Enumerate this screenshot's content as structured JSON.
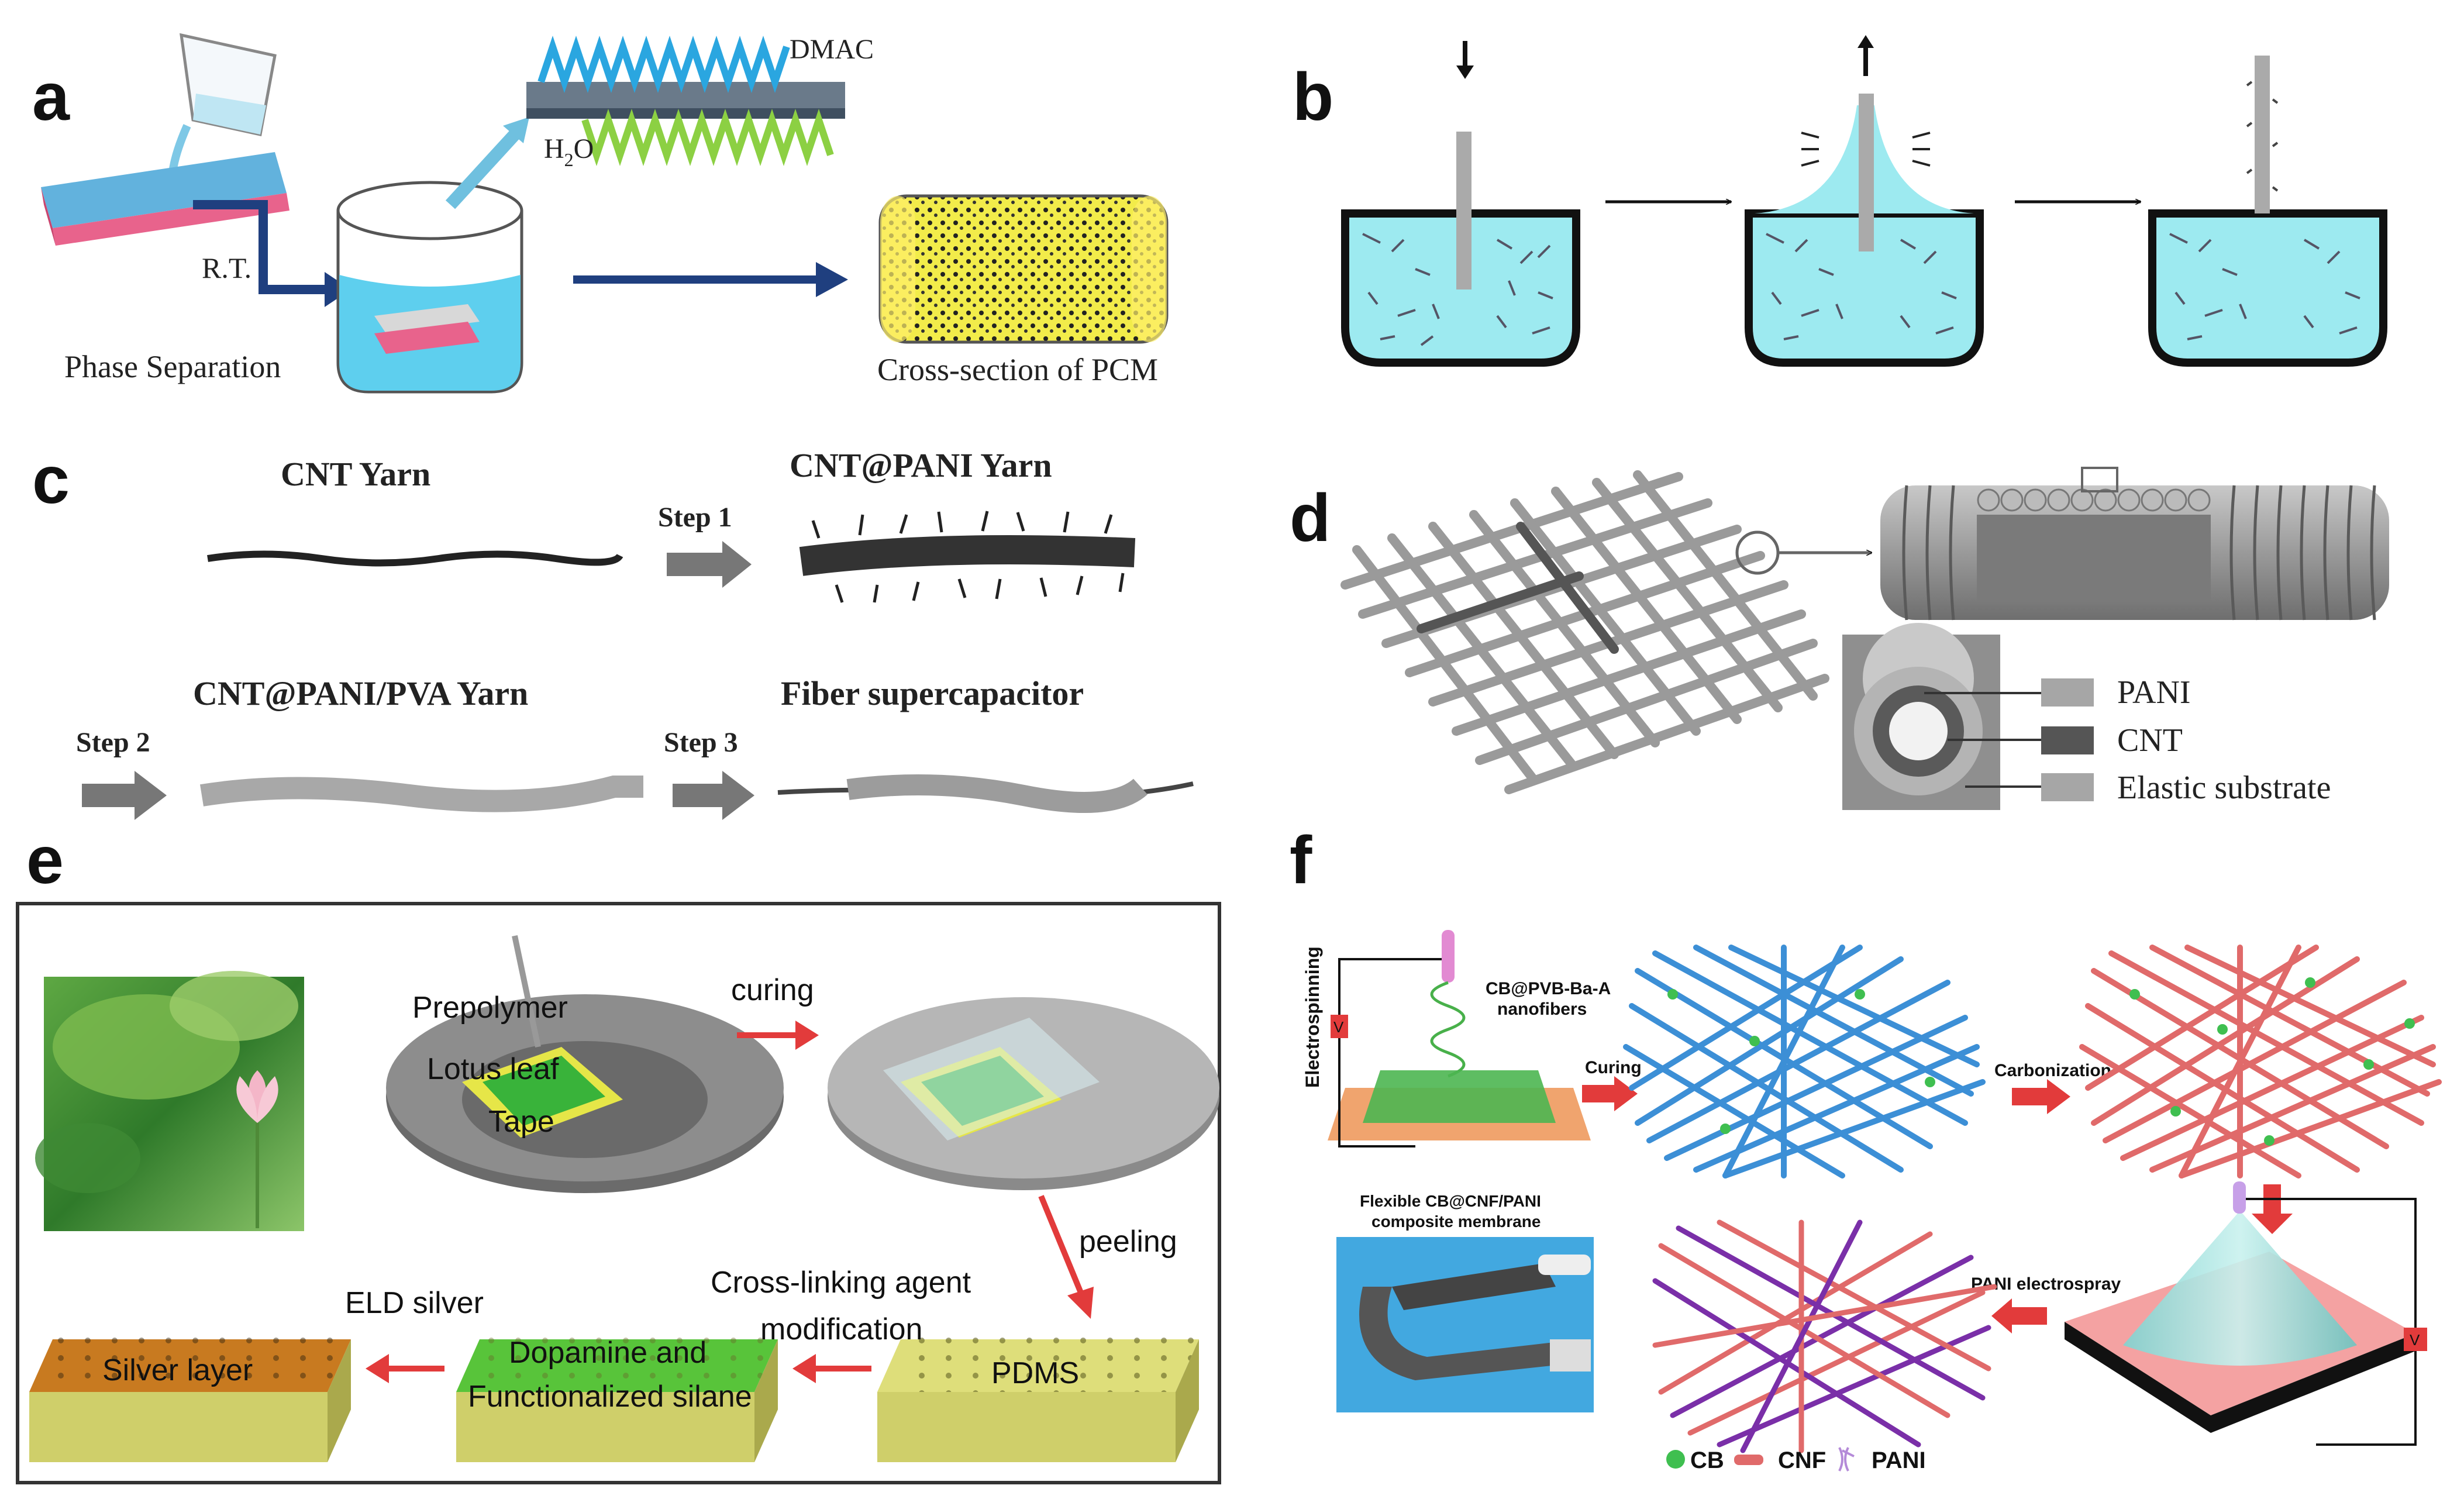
{
  "panels": {
    "a": {
      "letter": "a",
      "dmac": "DMAC",
      "h2o_main": "H",
      "h2o_sub": "2",
      "h2o_end": "O",
      "rt": "R.T.",
      "phase_separation": "Phase  Separation",
      "cross_section": "Cross-section of PCM"
    },
    "b": {
      "letter": "b"
    },
    "c": {
      "letter": "c",
      "cnt_yarn": "CNT Yarn",
      "cnt_pani_yarn": "CNT@PANI Yarn",
      "step1": "Step 1",
      "cnt_pani_pva_yarn": "CNT@PANI/PVA Yarn",
      "fiber_sc": "Fiber supercapacitor",
      "step2": "Step 2",
      "step3": "Step 3"
    },
    "d": {
      "letter": "d",
      "pani": "PANI",
      "cnt": "CNT",
      "elastic": "Elastic substrate"
    },
    "e": {
      "letter": "e",
      "prepolymer": "Prepolymer",
      "lotus_leaf": "Lotus leaf",
      "tape": "Tape",
      "curing": "curing",
      "peeling": "peeling",
      "crosslink1": "Cross-linking agent",
      "crosslink2": "modification",
      "eld_silver": "ELD silver",
      "silver_layer": "Silver layer",
      "dopamine1": "Dopamine and",
      "dopamine2": "Functionalized silane",
      "pdms": "PDMS"
    },
    "f": {
      "letter": "f",
      "electrospinning": "Electrospinning",
      "v1": "V",
      "cb_pvb1": "CB@PVB-Ba-A",
      "cb_pvb2": "nanofibers",
      "curing": "Curing",
      "carbonization": "Carbonization",
      "flexible1": "Flexible CB@CNF/PANI",
      "flexible2": "composite membrane",
      "pani_electrospray": "PANI electrospray",
      "v2": "V",
      "legend_cb": "CB",
      "legend_cnf": "CNF",
      "legend_pani": "PANI"
    }
  },
  "colors": {
    "water": "#8fe3ea",
    "red_arrow": "#e23b3b",
    "navy_arrow": "#1f3f7f",
    "fiber_blue": "#3c8fd6",
    "fiber_red": "#e06a6a",
    "fiber_purple": "#7a2fa8",
    "pdms_gold": "#cfcf6a",
    "silver_orange": "#c87a20",
    "green_layer": "#55c43a"
  }
}
